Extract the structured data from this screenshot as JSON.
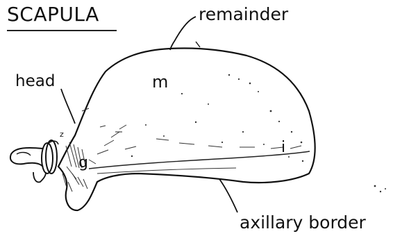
{
  "title": "SCAPULA",
  "labels": {
    "remainder": "remainder",
    "head": "head",
    "m": "m",
    "g": "g",
    "i": "i",
    "z": "z",
    "axillary_border": "axillary border"
  }
}
